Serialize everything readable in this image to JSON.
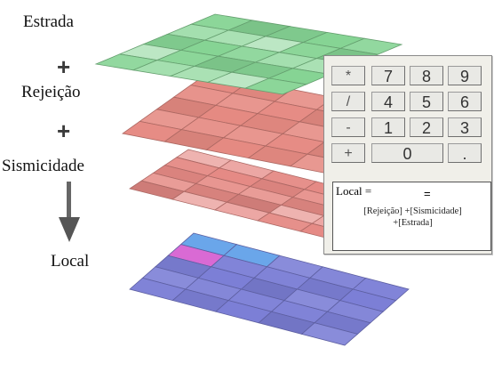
{
  "layers": {
    "estrada": "Estrada",
    "rejeicao": "Rejeição",
    "sismicidade": "Sismicidade",
    "local": "Local"
  },
  "operators": {
    "plus": "+"
  },
  "calculator": {
    "keys": [
      "*",
      "7",
      "8",
      "9",
      "/",
      "4",
      "5",
      "6",
      "-",
      "1",
      "2",
      "3",
      "+",
      "0",
      "."
    ],
    "display_label": "Local =",
    "display_equals": "=",
    "formula_line1": "[Rejeição] +[Sismicidade]",
    "formula_line2": "+[Estrada]"
  },
  "colors": {
    "estrada": "#86d494",
    "rejeicao": "#e58a82",
    "sismicidade": "#e58a85",
    "local": "#7c7fd6",
    "local_highlight": "#d96ad4",
    "local_highlight2": "#6aa6ea"
  }
}
